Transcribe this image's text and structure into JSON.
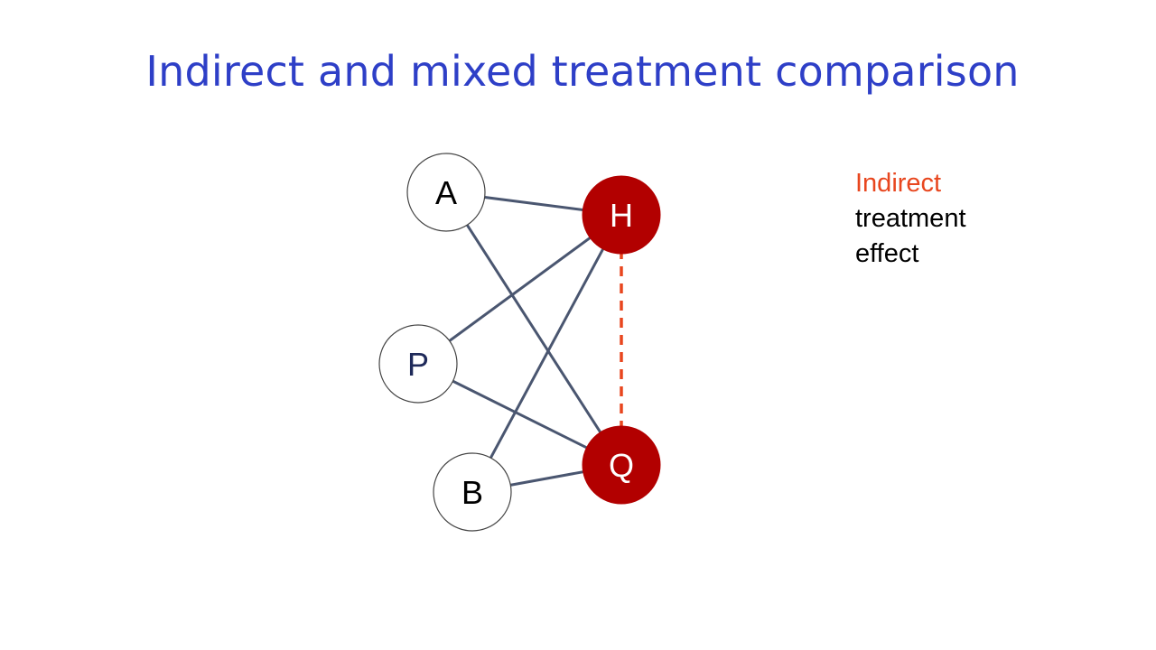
{
  "slide": {
    "title": "Indirect and mixed treatment comparison"
  },
  "colors": {
    "title": "#2e3fc7",
    "edge": "#4a5670",
    "indirect_edge": "#e8461e",
    "node_fill_plain": "#ffffff",
    "node_fill_highlight": "#b20000",
    "node_stroke": "#444444",
    "legend_highlight": "#e8461e",
    "legend_text": "#000000"
  },
  "diagram": {
    "nodes": [
      {
        "id": "A",
        "label": "A",
        "highlight": false
      },
      {
        "id": "P",
        "label": "P",
        "highlight": false
      },
      {
        "id": "B",
        "label": "B",
        "highlight": false
      },
      {
        "id": "H",
        "label": "H",
        "highlight": true
      },
      {
        "id": "Q",
        "label": "Q",
        "highlight": true
      }
    ],
    "edges": [
      {
        "from": "A",
        "to": "H",
        "style": "solid"
      },
      {
        "from": "A",
        "to": "Q",
        "style": "solid"
      },
      {
        "from": "P",
        "to": "H",
        "style": "solid"
      },
      {
        "from": "P",
        "to": "Q",
        "style": "solid"
      },
      {
        "from": "B",
        "to": "H",
        "style": "solid"
      },
      {
        "from": "B",
        "to": "Q",
        "style": "solid"
      },
      {
        "from": "H",
        "to": "Q",
        "style": "dashed"
      }
    ]
  },
  "legend": {
    "line1": "Indirect",
    "line2": "treatment",
    "line3": "effect"
  }
}
